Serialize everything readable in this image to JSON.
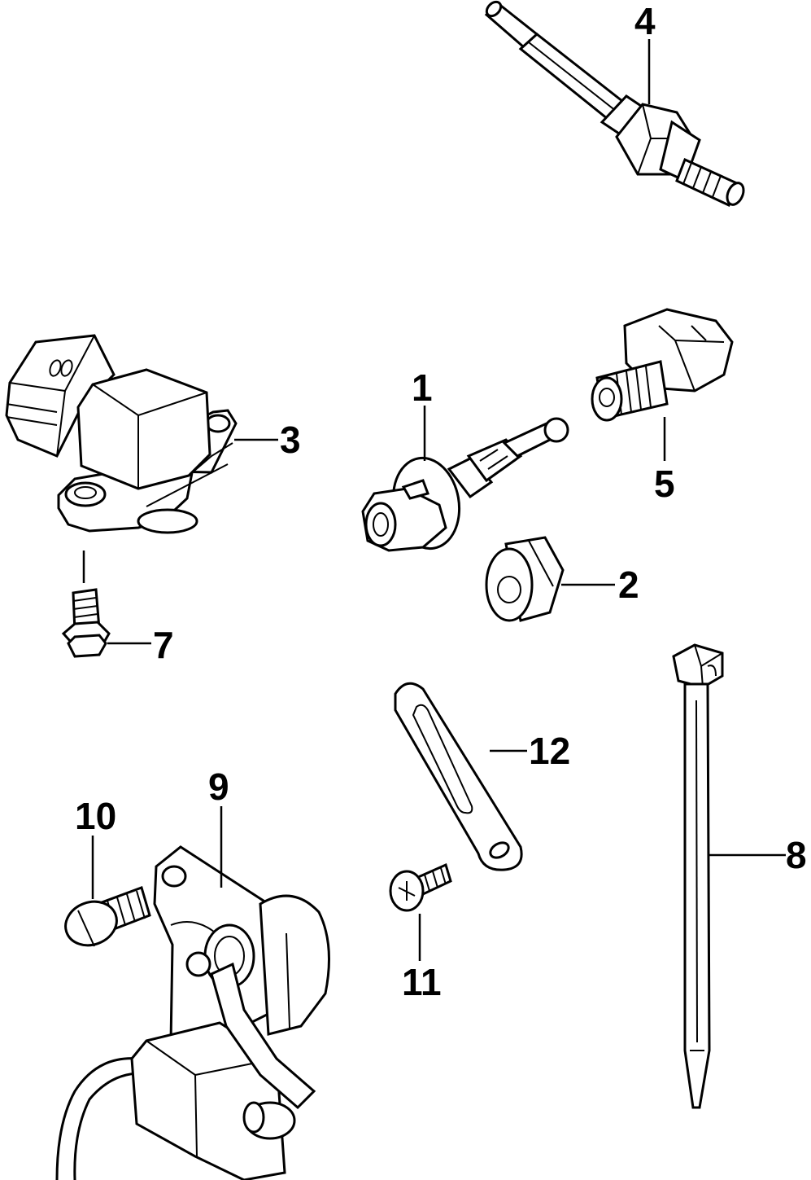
{
  "callouts": {
    "c1": "1",
    "c2": "2",
    "c3": "3",
    "c4": "4",
    "c5": "5",
    "c7": "7",
    "c8": "8",
    "c9": "9",
    "c10": "10",
    "c11": "11",
    "c12": "12"
  },
  "colors": {
    "line": "#000000",
    "background": "#ffffff"
  }
}
